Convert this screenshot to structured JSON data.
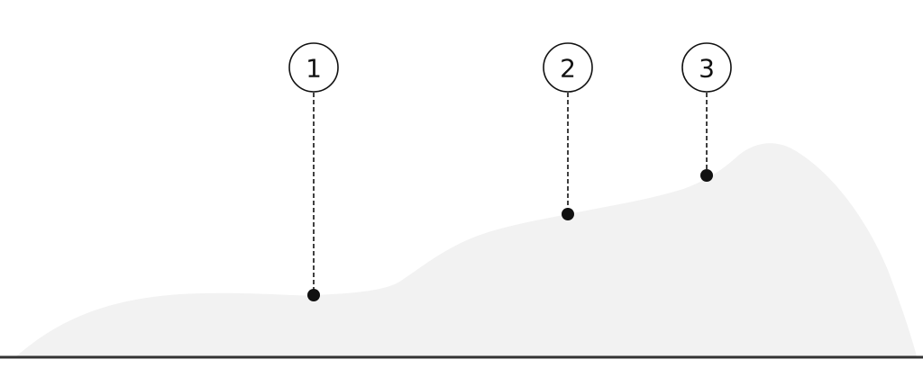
{
  "markers": [
    {
      "label": "1"
    },
    {
      "label": "2"
    },
    {
      "label": "3"
    }
  ],
  "colors": {
    "terrain_fill": "#f2f2f2",
    "baseline": "#333333",
    "ink": "#111111"
  }
}
